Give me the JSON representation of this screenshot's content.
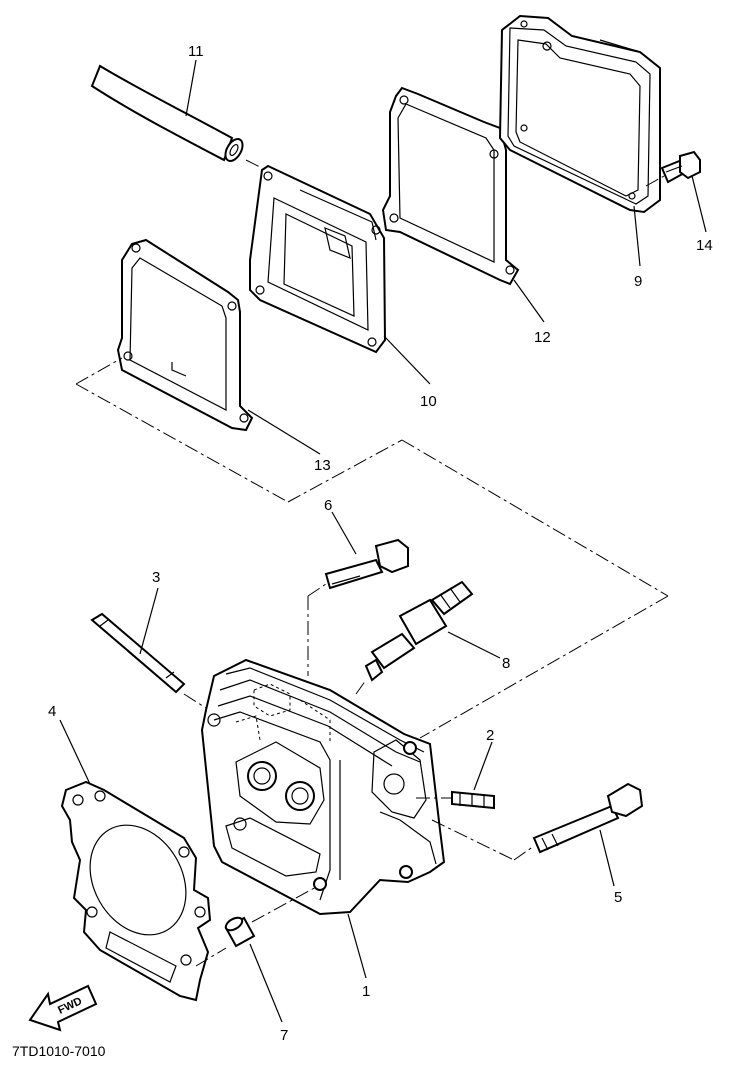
{
  "diagram": {
    "drawing_code": "7TD1010-7010",
    "fwd_label": "FWD",
    "callouts": [
      "1",
      "2",
      "3",
      "4",
      "5",
      "6",
      "7",
      "8",
      "9",
      "10",
      "11",
      "12",
      "13",
      "14"
    ]
  }
}
